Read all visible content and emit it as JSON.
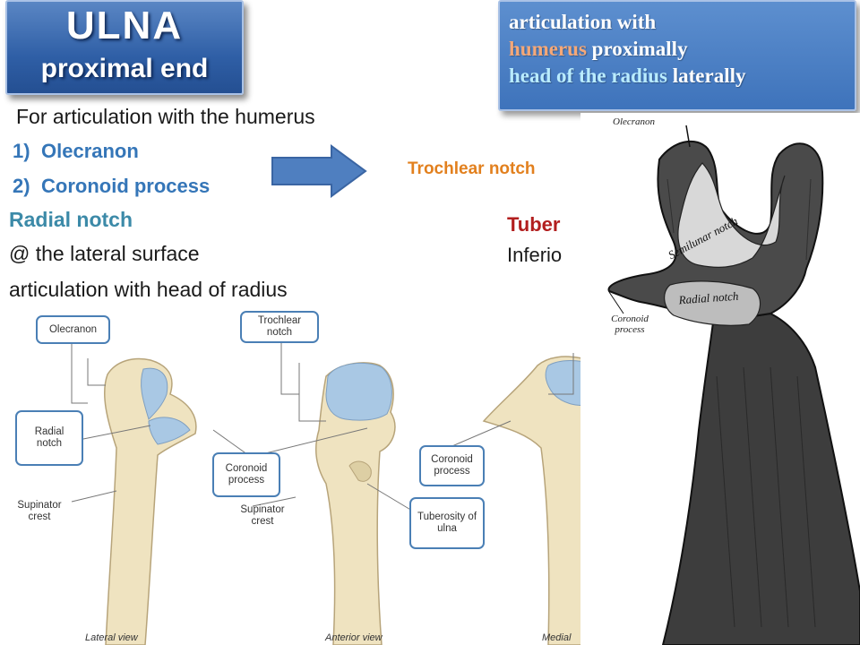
{
  "title": {
    "main": "ULNA",
    "sub": "proximal end"
  },
  "articulation_box": {
    "line1": "articulation with",
    "line2_highlight": "humerus",
    "line2_rest": " proximally",
    "line3_highlight": "head of the radius",
    "line3_rest": " laterally"
  },
  "text": {
    "intro": "For articulation with the humerus",
    "item1_num": "1)",
    "item1": "Olecranon",
    "item2_num": "2)",
    "item2": "Coronoid process",
    "trochlear_notch": "Trochlear notch",
    "radial_notch": "Radial notch",
    "lateral_surface": "@ the lateral surface",
    "articulation_radius": "articulation with head of radius",
    "tuber_partial": "Tuber",
    "inferio_partial": "Inferio"
  },
  "diagram_labels": {
    "olecranon": "Olecranon",
    "trochlear_notch": "Trochlear notch",
    "radial_notch": "Radial notch",
    "coronoid_process_1": "Coronoid process",
    "coronoid_process_2": "Coronoid process",
    "supinator_crest_1": "Supinator crest",
    "supinator_crest_2": "Supinator crest",
    "tuberosity_of_ulna": "Tuberosity of ulna",
    "lateral_view": "Lateral view",
    "anterior_view": "Anterior view",
    "medial_view_partial": "Medial"
  },
  "engraving_labels": {
    "olecranon": "Olecranon",
    "semilunar_notch": "Semilunar notch",
    "radial_notch": "Radial notch",
    "coronoid_process": "Coronoid process"
  },
  "colors": {
    "title_blue": "#2f5fa6",
    "box_blue": "#3e73bb",
    "highlight_orange": "#f5a878",
    "highlight_cyan": "#b9ecff",
    "text_blue": "#3576b8",
    "text_teal": "#3c8aa8",
    "text_orange": "#e2801e",
    "text_red": "#b21e1e",
    "arrow_blue": "#4f7fc0",
    "bone_beige": "#efe3c0",
    "cartilage_blue": "#a9c8e4"
  }
}
